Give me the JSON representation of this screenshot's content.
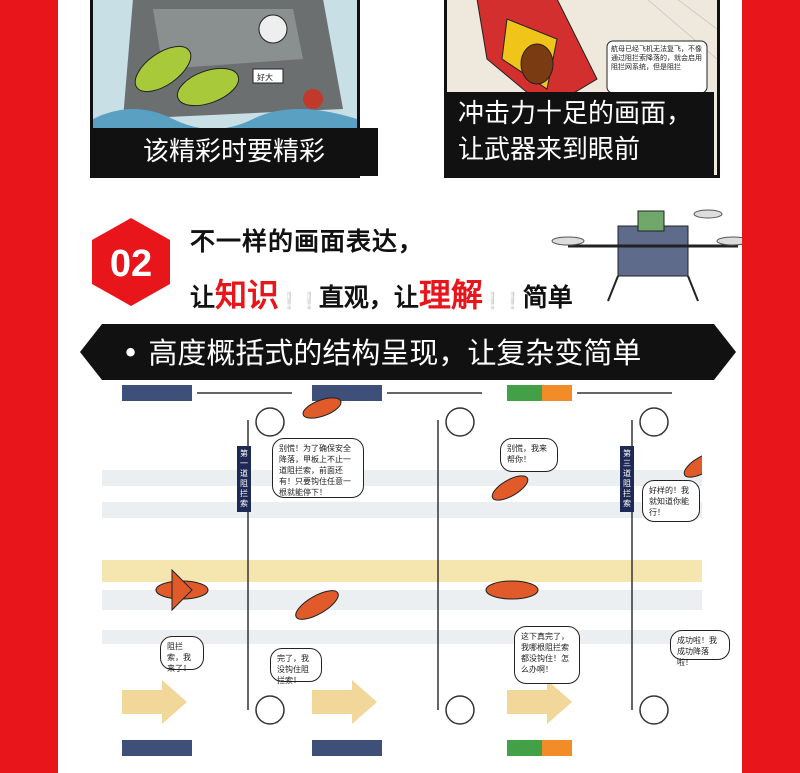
{
  "captions": {
    "panel1": "该精彩时要精彩",
    "panel2_line1": "冲击力十足的画面，",
    "panel2_line2": "让武器来到眼前",
    "panel2_bubble": "航母已经飞机无法复飞，不像通过阻拦索降落的，就会启用阻拦网系统，但是阻拦",
    "panel1_bubble": "好大"
  },
  "section": {
    "number": "02",
    "line1": "不一样的画面表达，",
    "line2_a": "让",
    "line2_b": "知识",
    "line2_c": "直观，让",
    "line2_d": "理解",
    "line2_e": "简单"
  },
  "banner": {
    "text": "• 高度概括式的结构呈现，让复杂变简单"
  },
  "diagram": {
    "labels": {
      "wire1": "第一道阻拦索",
      "wire3": "第三道阻拦索"
    },
    "bubbles": {
      "b1": "别慌！为了确保安全降落，甲板上不止一道阻拦索，前面还有！只要钩住任意一根就能停下！",
      "b2": "别慌，我来帮你！",
      "b3": "好样的！我就知道你能行！",
      "b4": "阻拦索，我来了！",
      "b5": "完了，我没钩住阻拦索！",
      "b6": "这下真完了，我哪根阻拦索都没钩住！怎么办啊！",
      "b7": "成功啦！我成功降落啦！"
    }
  },
  "colors": {
    "brand_red": "#e8151b",
    "dark": "#111111",
    "navy": "#1e2a55",
    "green": "#43a047",
    "orange": "#f28c28",
    "runway_yellow": "#f5e6b0"
  }
}
